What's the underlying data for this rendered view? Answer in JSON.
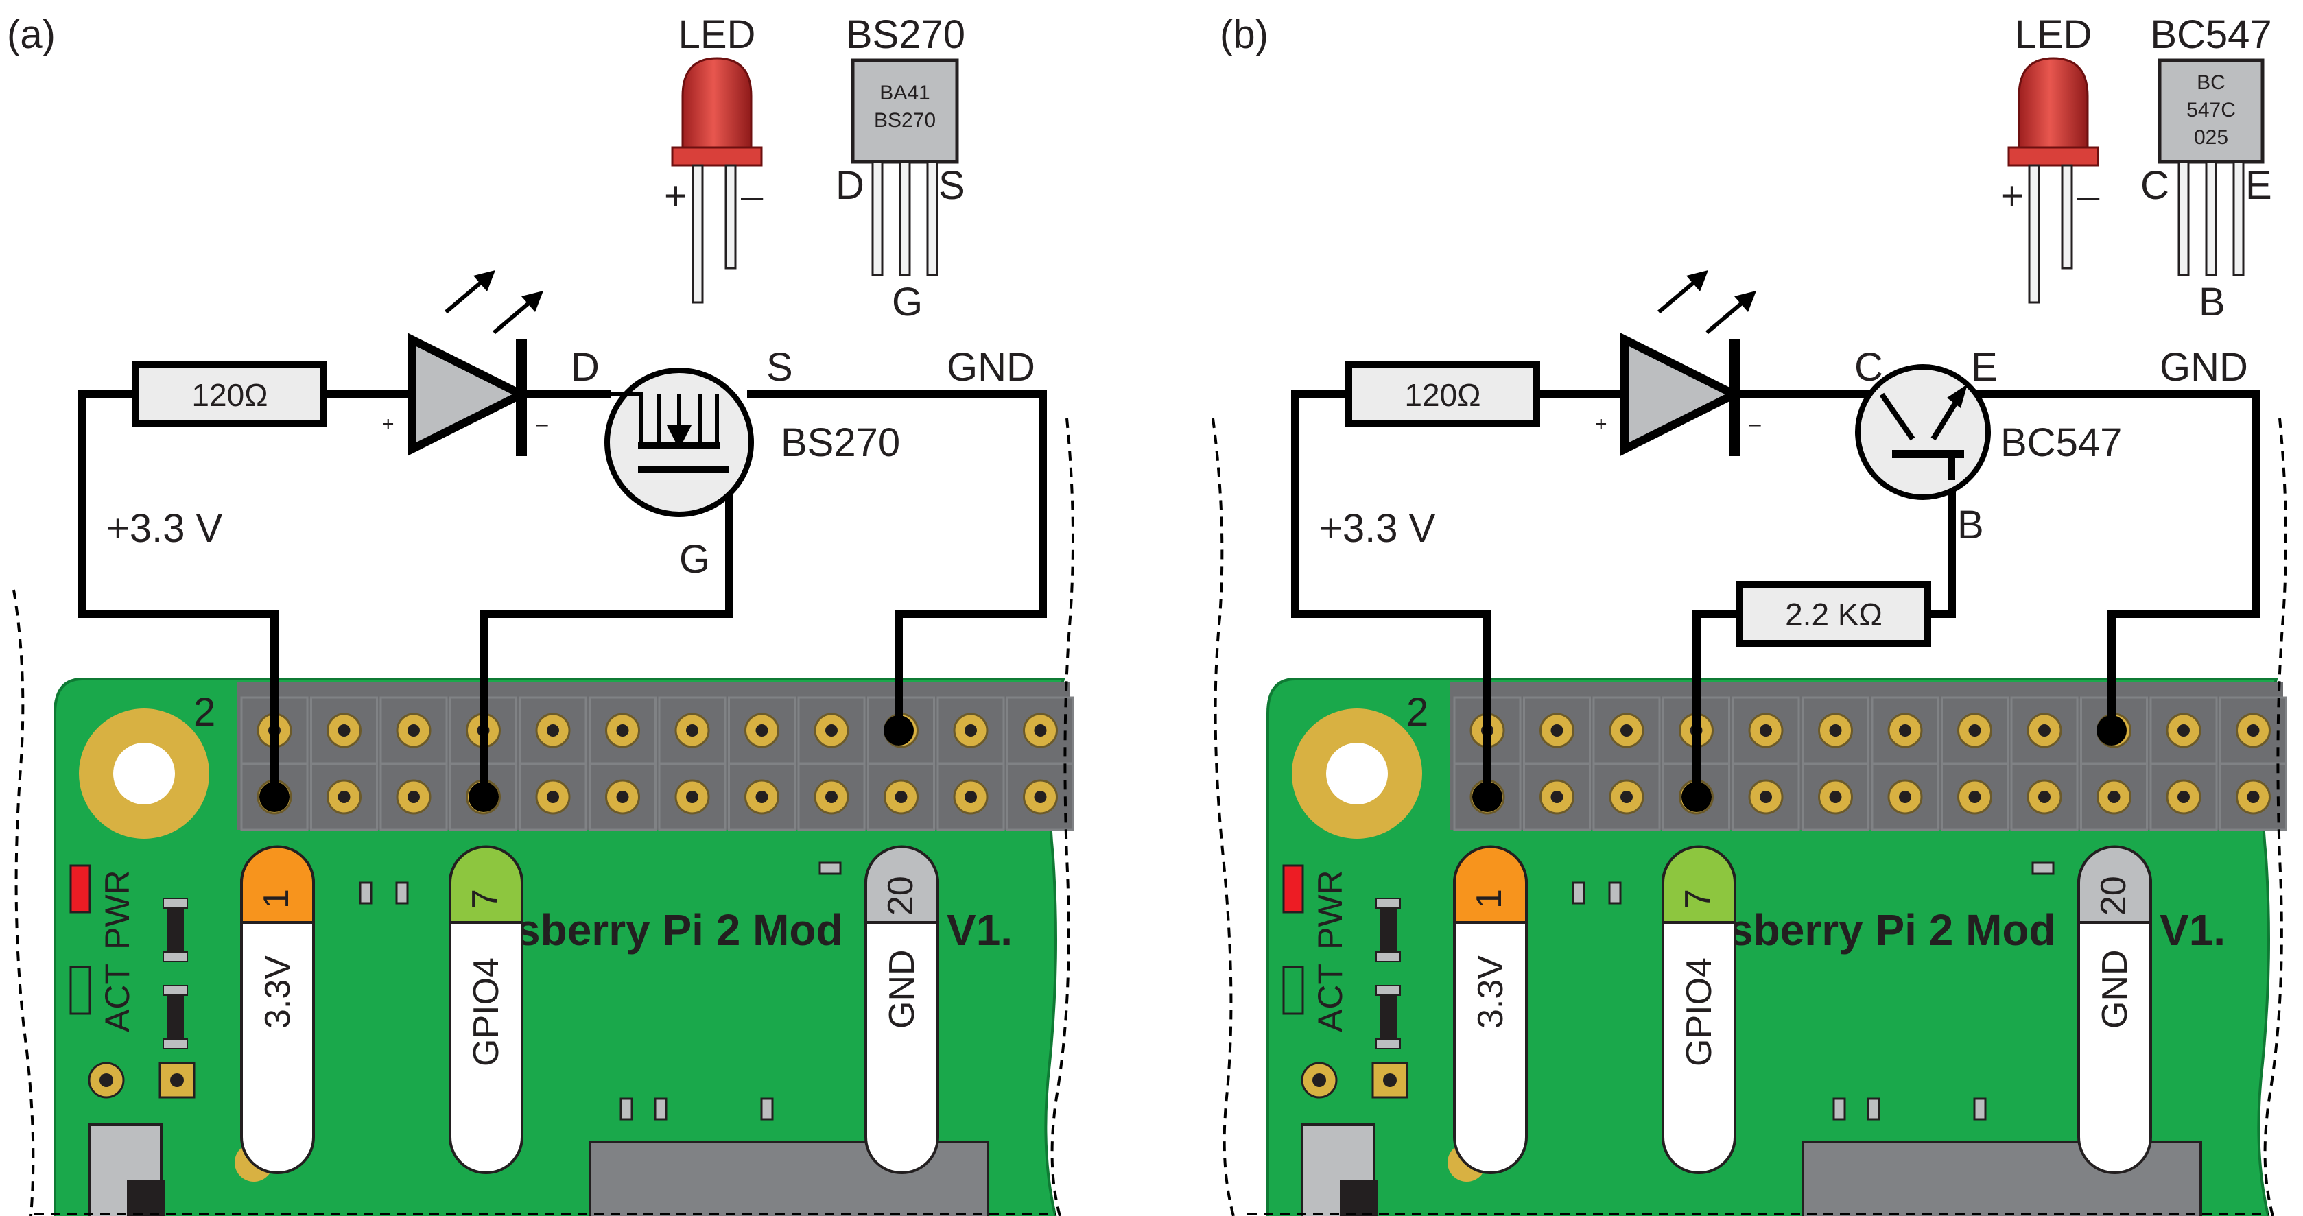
{
  "panels": [
    {
      "id": "a",
      "panel_label": "(a)",
      "component_label": "BS270",
      "resistor1": "120Ω",
      "supply": "+3.3 V",
      "led": {
        "title": "LED",
        "plus": "+",
        "minus": "–"
      },
      "diode_plus": "+",
      "diode_minus": "–",
      "transistor_pins": {
        "left": "D",
        "right": "S",
        "bottom": "G"
      },
      "gnd": "GND",
      "chip": {
        "title": "BS270",
        "line1": "BA41",
        "line2": "BS270",
        "line3": "",
        "pin_left": "D",
        "pin_right": "S",
        "pin_bottom": "G"
      },
      "header_num": "2",
      "tabs": [
        {
          "num": "1",
          "name": "3.3V",
          "color": "#f7941d"
        },
        {
          "num": "7",
          "name": "GPIO4",
          "color": "#8dc63f"
        },
        {
          "num": "20",
          "name": "GND",
          "color": "#bcbec0"
        }
      ],
      "board_text": "sberry Pi 2 Mod",
      "board_text2": "V1.",
      "pwr": "PWR",
      "act": "ACT"
    },
    {
      "id": "b",
      "panel_label": "(b)",
      "component_label": "BC547",
      "resistor1": "120Ω",
      "resistor2": "2.2 KΩ",
      "supply": "+3.3 V",
      "led": {
        "title": "LED",
        "plus": "+",
        "minus": "–"
      },
      "diode_plus": "+",
      "diode_minus": "–",
      "transistor_pins": {
        "left": "C",
        "right": "E",
        "bottom": "B"
      },
      "gnd": "GND",
      "chip": {
        "title": "BC547",
        "line1": "BC",
        "line2": "547C",
        "line3": "025",
        "pin_left": "C",
        "pin_right": "E",
        "pin_bottom": "B"
      },
      "header_num": "2",
      "tabs": [
        {
          "num": "1",
          "name": "3.3V",
          "color": "#f7941d"
        },
        {
          "num": "7",
          "name": "GPIO4",
          "color": "#8dc63f"
        },
        {
          "num": "20",
          "name": "GND",
          "color": "#bcbec0"
        }
      ],
      "board_text": "sberry Pi 2 Mod",
      "board_text2": "V1.",
      "pwr": "PWR",
      "act": "ACT"
    }
  ],
  "colors": {
    "board": "#1aa84b",
    "board_edge": "#0f7a34",
    "header": "#6d6e71",
    "pad": "#d8b142",
    "led": "#d9403a",
    "pwr_led": "#ed1c24"
  }
}
